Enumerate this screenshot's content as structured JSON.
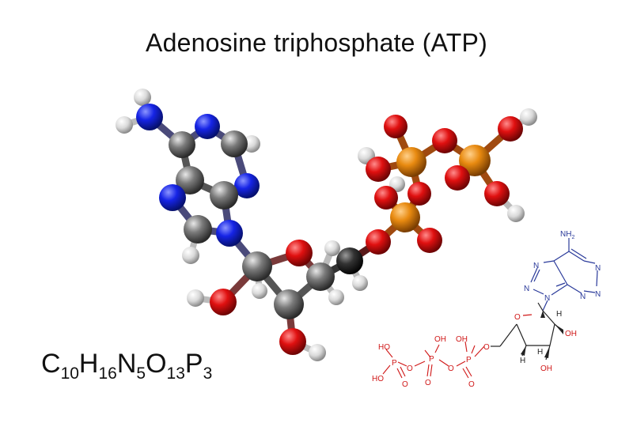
{
  "title": "Adenosine triphosphate (ATP)",
  "formula": [
    {
      "el": "C",
      "n": "10"
    },
    {
      "el": "H",
      "n": "16"
    },
    {
      "el": "N",
      "n": "5"
    },
    {
      "el": "O",
      "n": "13"
    },
    {
      "el": "P",
      "n": "3"
    }
  ],
  "colors": {
    "carbon": "#6b6b6b",
    "hydrogen": "#e6e6e6",
    "nitrogen": "#1624e6",
    "oxygen": "#e01010",
    "phosphorus": "#e88a10",
    "skeletal_blue": "#2a3a9a",
    "skeletal_red": "#d01818",
    "skeletal_black": "#222222"
  },
  "skeletal_labels": {
    "amino": "NH",
    "amino_sub": "2",
    "ring_n": "N",
    "ring_o": "O",
    "h": "H",
    "oh": "OH",
    "ho": "HO",
    "o": "O",
    "p": "P"
  }
}
